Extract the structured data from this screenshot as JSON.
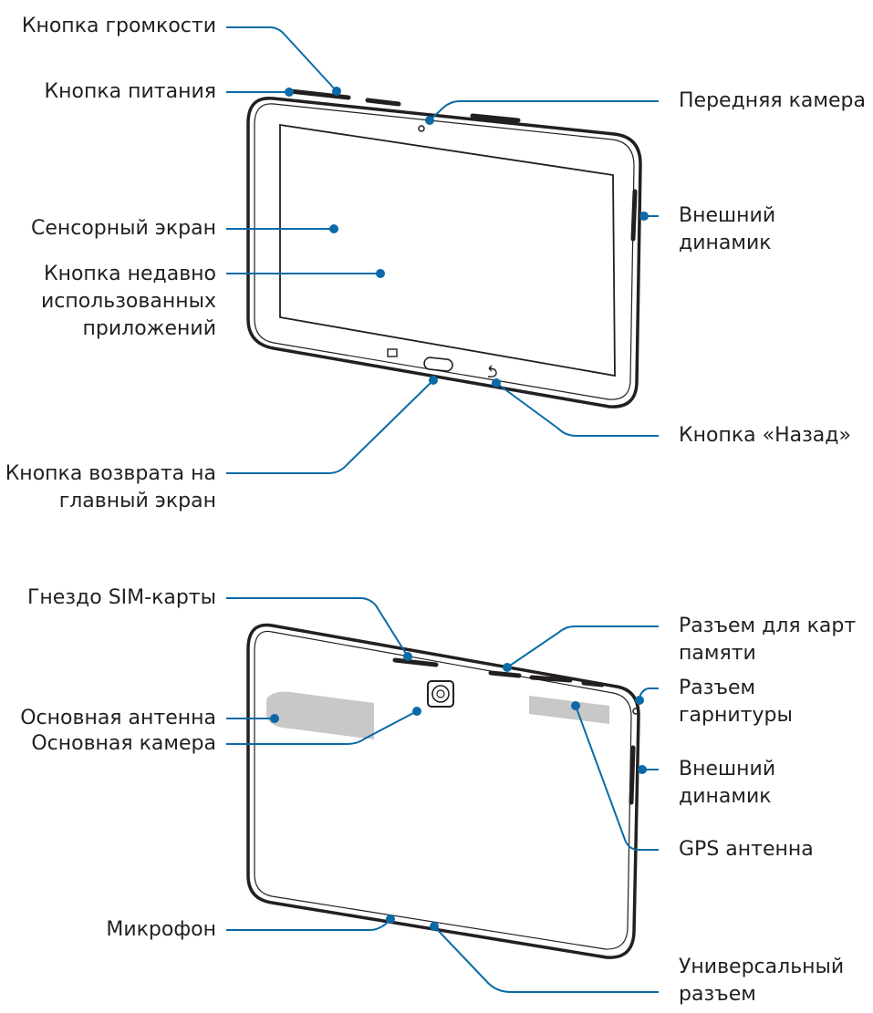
{
  "front_view": {
    "labels": {
      "volume_button": "Кнопка громкости",
      "power_button": "Кнопка питания",
      "touchscreen": "Сенсорный экран",
      "recent_apps_button": "Кнопка недавно\nиспользованных\nприложений",
      "home_button": "Кнопка возврата на\nглавный экран",
      "front_camera": "Передняя камера",
      "external_speaker": "Внешний динамик",
      "back_button": "Кнопка «Назад»"
    }
  },
  "back_view": {
    "labels": {
      "sim_slot": "Гнездо SIM-карты",
      "main_antenna": "Основная антенна",
      "main_camera": "Основная камера",
      "microphone": "Микрофон",
      "memory_card_slot": "Разъем для карт\nпамяти",
      "headset_jack": "Разъем гарнитуры",
      "external_speaker": "Внешний динамик",
      "gps_antenna": "GPS антенна",
      "multipurpose_jack": "Универсальный\nразъем"
    }
  },
  "colors": {
    "callout": "#0a6aa6",
    "outline": "#231f20",
    "antenna_fill": "#c8c8c8",
    "text": "#231f20"
  }
}
